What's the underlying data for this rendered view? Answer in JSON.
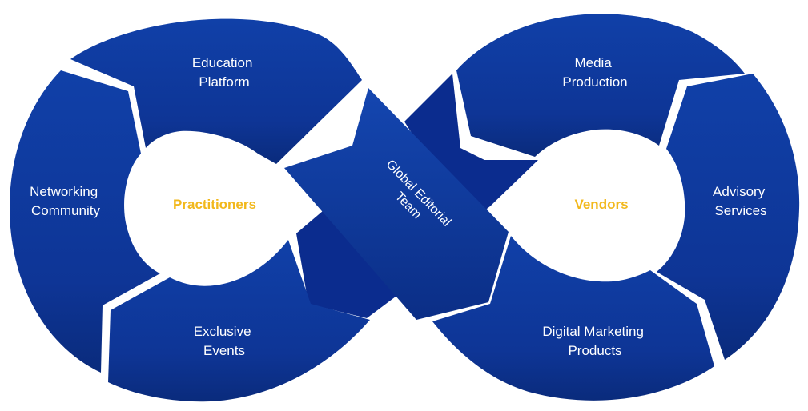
{
  "colors": {
    "segment": "#0e3596",
    "segment_dark": "#0a2a7a",
    "crossing": "#0b2c8e",
    "hub_text": "#f2b81c",
    "label_text": "#ffffff",
    "gap": "#ffffff"
  },
  "left_loop": {
    "hub": "Practitioners",
    "segments": [
      {
        "id": "education",
        "lines": [
          "Education",
          "Platform"
        ]
      },
      {
        "id": "networking",
        "lines": [
          "Networking",
          "Community"
        ]
      },
      {
        "id": "events",
        "lines": [
          "Exclusive",
          "Events"
        ]
      }
    ]
  },
  "right_loop": {
    "hub": "Vendors",
    "segments": [
      {
        "id": "media",
        "lines": [
          "Media",
          "Production"
        ]
      },
      {
        "id": "advisory",
        "lines": [
          "Advisory",
          "Services"
        ]
      },
      {
        "id": "digital",
        "lines": [
          "Digital Marketing",
          "Products"
        ]
      }
    ]
  },
  "center_band": {
    "lines": [
      "Global Editorial",
      "Team"
    ]
  }
}
